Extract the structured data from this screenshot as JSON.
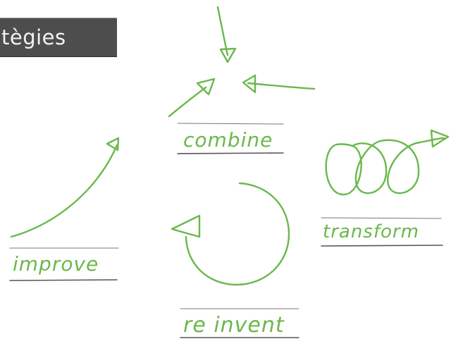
{
  "header": {
    "text": "tègies"
  },
  "labels": {
    "combine": "combine",
    "improve": "improve",
    "transform": "transform",
    "reinvent": "re invent"
  },
  "colors": {
    "accent_green": "#6ab84b",
    "header_bg": "#4d4d4d",
    "header_text": "#f2f2f2"
  }
}
